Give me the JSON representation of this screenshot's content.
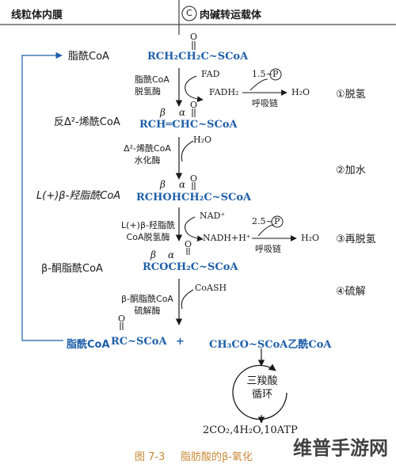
{
  "header": {
    "left": "线粒体内膜",
    "circle": "C",
    "right": "肉碱转运载体"
  },
  "compounds": {
    "acyl_coa_top": "脂酰CoA",
    "acyl_coa_formula": "RCH₂CH₂C~SCoA",
    "enoyl_name": "反Δ²-烯酰CoA",
    "enoyl_formula": "RCH═CHC~SCoA",
    "hydroxy_name": "L(+)β-羟脂酰CoA",
    "hydroxy_formula": "RCHOHCH₂C~SCoA",
    "keto_name": "β-酮脂酰CoA",
    "keto_formula": "RCOCH₂C~SCoA",
    "o_mark": "O",
    "beta": "β",
    "alpha": "α"
  },
  "enzymes": {
    "dehydrogenase": "脂酰CoA 脱氢酶",
    "hydratase": "Δ²-烯酰CoA 水化酶",
    "hydroxy_dehydrogenase": "L(+)β-羟脂酰 CoA脱氢酶",
    "thiolase": "β-酮脂酰CoA 硫解酶"
  },
  "cofactors": {
    "fad": "FAD",
    "fadh2": "FADH₂",
    "atp1": "1.5~",
    "p_circle": "P",
    "resp_chain": "呼吸链",
    "h2o": "H₂O",
    "h2o_in": "H₂O",
    "nad": "NAD⁺",
    "nadh": "NADH+H⁺",
    "atp2": "2.5~",
    "coash": "CoASH"
  },
  "steps": {
    "s1": "①脱氢",
    "s2": "②加水",
    "s3": "③再脱氢",
    "s4": "④硫解"
  },
  "products": {
    "acyl_coa": "脂酰CoA",
    "rc_scoa": "RC~SCoA",
    "plus": "+",
    "acetyl": "CH₃CO~SCoA乙酰CoA",
    "tca": "三羧酸 循环",
    "final": "2CO₂,4H₂O,10ATP"
  },
  "caption": {
    "fig": "图 7-3",
    "title": "脂肪酸的β-氧化"
  },
  "watermark": "维普手游网",
  "colors": {
    "accent": "#1f5fa8",
    "caption": "#c98a3a",
    "watermark": "#222222"
  }
}
